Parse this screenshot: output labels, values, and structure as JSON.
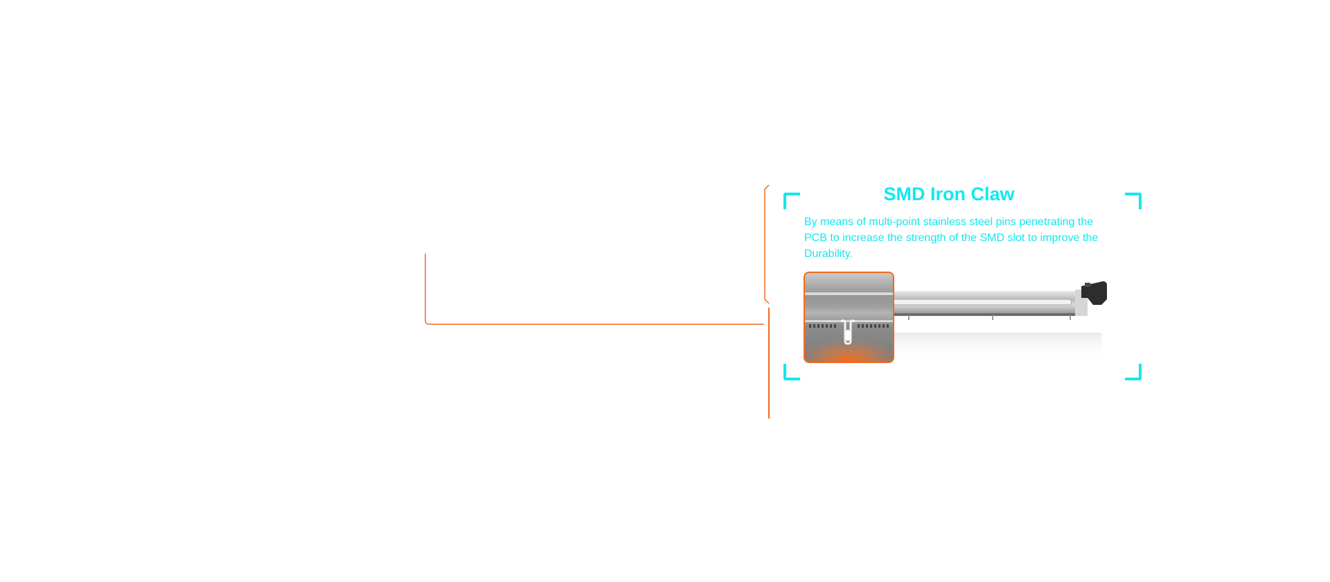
{
  "feature": {
    "title": "SMD Iron Claw",
    "description": "By means of multi-point stainless steel pins penetrating the PCB to increase the strength of the SMD slot to improve the Durability."
  },
  "colors": {
    "accent": "#12e8ef",
    "connector": "#f26a1c",
    "background": "#ffffff"
  },
  "icons": {
    "corner_brackets": "cyan-corner-bracket-icon",
    "product": "pcie-slot-image",
    "zoom": "zoomed-pin-detail-image"
  }
}
